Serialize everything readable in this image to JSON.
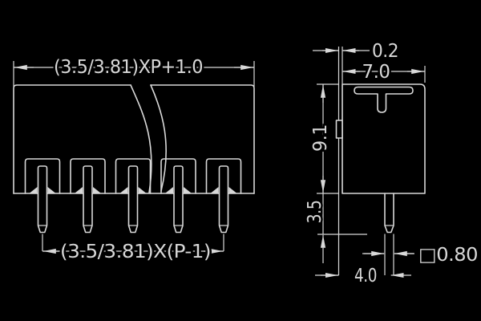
{
  "drawing": {
    "type": "connector dimensional drawing",
    "front_view": {
      "top_dimension": "(3.5/3.81)XP+1.0",
      "bottom_dimension": "(3.5/3.81)X(P-1)",
      "pins_shown": "5"
    },
    "side_view": {
      "top_wall_thickness": "0.2",
      "body_width": "7.0",
      "body_height": "9.1",
      "pin_protrusion": "3.5",
      "pin_offset": "4.0",
      "pin_square_section": "□0.80"
    },
    "colors": {
      "background": "#000000",
      "line": "#d8d8d8"
    }
  }
}
